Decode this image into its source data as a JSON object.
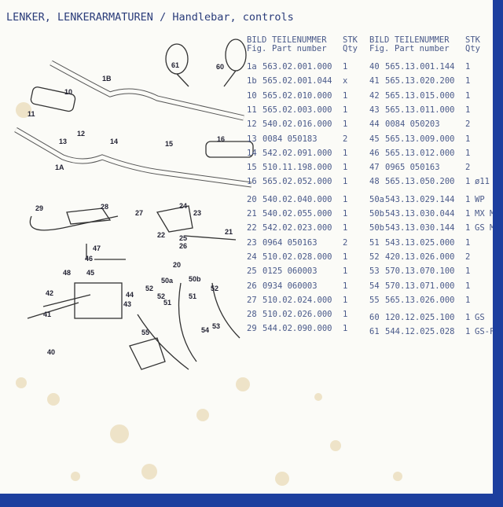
{
  "title": "LENKER, LENKERARMATUREN / Handlebar, controls",
  "table_header": {
    "fig_de": "BILD",
    "fig_en": "Fig.",
    "part_de": "TEILENUMMER",
    "part_en": "Part number",
    "qty_de": "STK",
    "qty_en": "Qty"
  },
  "left_table": [
    [
      "1a",
      "563.02.001.000",
      "1",
      ""
    ],
    [
      "1b",
      "565.02.001.044",
      "x",
      ""
    ],
    [
      "10",
      "565.02.010.000",
      "1",
      ""
    ],
    [
      "11",
      "565.02.003.000",
      "1",
      ""
    ],
    [
      "12",
      "540.02.016.000",
      "1",
      ""
    ],
    [
      "13",
      "0084 050183",
      "2",
      ""
    ],
    [
      "14",
      "542.02.091.000",
      "1",
      ""
    ],
    [
      "15",
      "510.11.198.000",
      "1",
      ""
    ],
    [
      "16",
      "565.02.052.000",
      "1",
      ""
    ],
    [
      "20",
      "540.02.040.000",
      "1",
      ""
    ],
    [
      "21",
      "540.02.055.000",
      "1",
      ""
    ],
    [
      "22",
      "542.02.023.000",
      "1",
      ""
    ],
    [
      "23",
      "0964 050163",
      "2",
      ""
    ],
    [
      "24",
      "510.02.028.000",
      "1",
      ""
    ],
    [
      "25",
      "0125 060003",
      "1",
      ""
    ],
    [
      "26",
      "0934 060003",
      "1",
      ""
    ],
    [
      "27",
      "510.02.024.000",
      "1",
      ""
    ],
    [
      "28",
      "510.02.026.000",
      "1",
      ""
    ],
    [
      "29",
      "544.02.090.000",
      "1",
      ""
    ]
  ],
  "right_table": [
    [
      "40",
      "565.13.001.144",
      "1",
      ""
    ],
    [
      "41",
      "565.13.020.200",
      "1",
      ""
    ],
    [
      "42",
      "565.13.015.000",
      "1",
      ""
    ],
    [
      "43",
      "565.13.011.000",
      "1",
      ""
    ],
    [
      "44",
      "0084 050203",
      "2",
      ""
    ],
    [
      "45",
      "565.13.009.000",
      "1",
      ""
    ],
    [
      "46",
      "565.13.012.000",
      "1",
      ""
    ],
    [
      "47",
      "0965 050163",
      "2",
      ""
    ],
    [
      "48",
      "565.13.050.200",
      "1",
      "ø11"
    ],
    [
      "50a",
      "543.13.029.144",
      "1",
      "WP"
    ],
    [
      "50b",
      "543.13.030.044",
      "1",
      "MX MARZ."
    ],
    [
      "50b",
      "543.13.030.144",
      "1",
      "GS MARZ."
    ],
    [
      "51",
      "543.13.025.000",
      "1",
      ""
    ],
    [
      "52",
      "420.13.026.000",
      "2",
      ""
    ],
    [
      "53",
      "570.13.070.100",
      "1",
      ""
    ],
    [
      "54",
      "570.13.071.000",
      "1",
      ""
    ],
    [
      "55",
      "565.13.026.000",
      "1",
      ""
    ],
    [
      "60",
      "120.12.025.100",
      "1",
      "GS"
    ],
    [
      "61",
      "544.12.025.028",
      "1",
      "GS-F"
    ]
  ],
  "callouts": [
    "61",
    "60",
    "1B",
    "10",
    "11",
    "13",
    "12",
    "14",
    "15",
    "16",
    "1A",
    "29",
    "28",
    "27",
    "24",
    "23",
    "22",
    "25",
    "26",
    "21",
    "20",
    "47",
    "46",
    "45",
    "48",
    "44",
    "42",
    "43",
    "41",
    "40",
    "50a",
    "50b",
    "52",
    "52",
    "51",
    "51",
    "52",
    "53",
    "54",
    "55"
  ]
}
